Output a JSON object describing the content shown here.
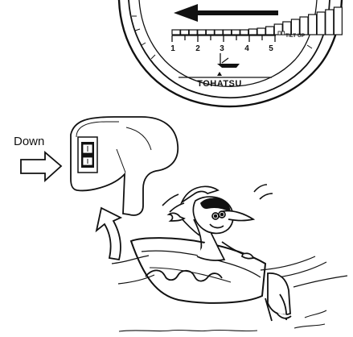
{
  "labels": {
    "direction": "Down"
  },
  "gauge": {
    "brand": "TOHATSU",
    "scale_numbers": [
      "1",
      "2",
      "3",
      "4",
      "5"
    ],
    "tilt_label": "TILT UP"
  },
  "colors": {
    "ink": "#111111",
    "background": "#ffffff"
  },
  "icons": {
    "trim_arrow": "left-arrow-icon",
    "press_arrow": "right-arrow-icon",
    "motion_arrow": "up-curved-arrow-icon",
    "boat_symbol": "boat-icon",
    "water_wave": "wave-icon",
    "splash": "splash-icon"
  }
}
